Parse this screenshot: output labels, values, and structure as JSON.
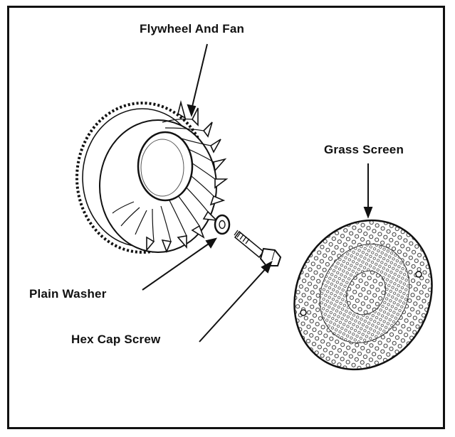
{
  "labels": {
    "flywheel": "Flywheel And Fan",
    "grass_screen": "Grass Screen",
    "plain_washer": "Plain Washer",
    "hex_cap_screw": "Hex Cap Screw"
  },
  "colors": {
    "ink": "#111111",
    "paper": "#ffffff",
    "shade": "#777777"
  }
}
